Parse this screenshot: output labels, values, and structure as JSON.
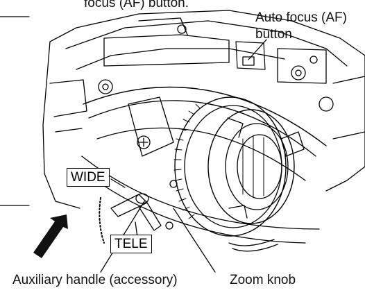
{
  "labels": {
    "top_caption": "focus (AF) button.",
    "af_line1": "Auto focus (AF)",
    "af_line2": "button",
    "wide": "WIDE",
    "tele": "TELE",
    "aux_handle": "Auxiliary handle (accessory)",
    "zoom_knob": "Zoom knob"
  },
  "colors": {
    "ink": "#000000",
    "paper": "#ffffff",
    "arrow": "#111111"
  }
}
